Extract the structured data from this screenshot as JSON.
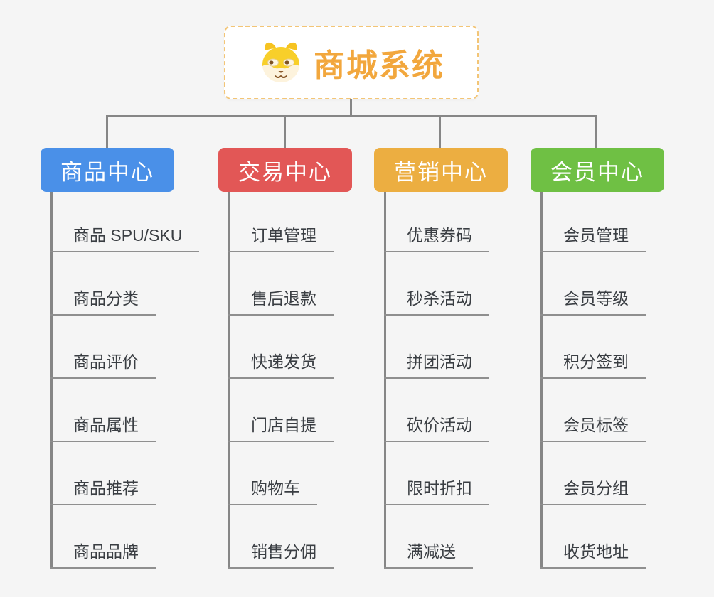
{
  "root": {
    "title": "商城系统",
    "icon": "dog-face-icon"
  },
  "branches": [
    {
      "label": "商品中心",
      "color": "#4a90e8",
      "children": [
        "商品 SPU/SKU",
        "商品分类",
        "商品评价",
        "商品属性",
        "商品推荐",
        "商品品牌"
      ]
    },
    {
      "label": "交易中心",
      "color": "#e25756",
      "children": [
        "订单管理",
        "售后退款",
        "快递发货",
        "门店自提",
        "购物车",
        "销售分佣"
      ]
    },
    {
      "label": "营销中心",
      "color": "#ecae41",
      "children": [
        "优惠券码",
        "秒杀活动",
        "拼团活动",
        "砍价活动",
        "限时折扣",
        "满减送"
      ]
    },
    {
      "label": "会员中心",
      "color": "#6fc044",
      "children": [
        "会员管理",
        "会员等级",
        "积分签到",
        "会员标签",
        "会员分组",
        "收货地址"
      ]
    }
  ],
  "palette": {
    "background": "#f5f5f5",
    "connector": "#868686",
    "underline": "#8f8f8f",
    "child_text": "#3a3e43",
    "root_title": "#f2a73d",
    "root_border": "#f3c576"
  }
}
